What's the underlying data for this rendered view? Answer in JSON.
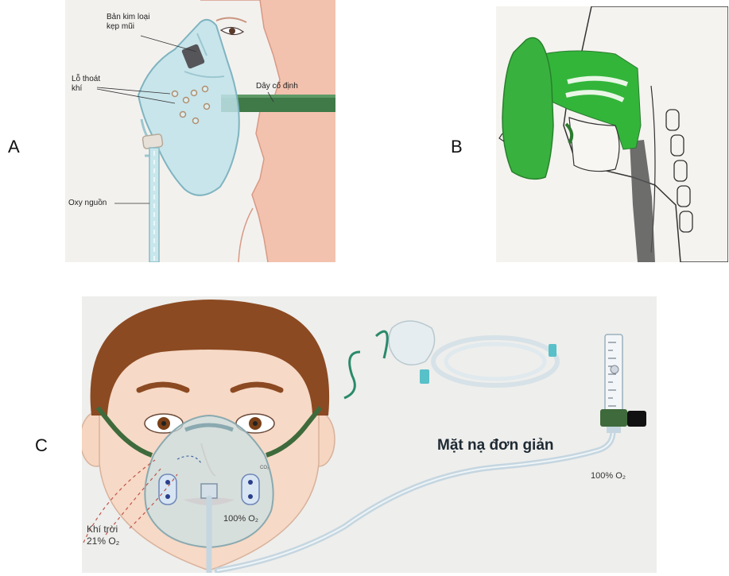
{
  "panel_letters": {
    "a": "A",
    "b": "B",
    "c": "C"
  },
  "panel_a": {
    "nose_clip_label": [
      "Bản kim loại",
      "kẹp mũi"
    ],
    "exhalation_port_label": [
      "Lỗ thoát",
      "khí"
    ],
    "strap_label": "Dây cố định",
    "oxygen_source_label": "Oxy nguồn"
  },
  "panel_c": {
    "title": "Mặt nạ đơn giản",
    "flowmeter_oxygen": "100% O₂",
    "mask_oxygen": "100% O₂",
    "room_air_label": [
      "Khí trời",
      "21% O₂"
    ],
    "co2_label": "CO₂"
  },
  "colors": {
    "mask_green": "#3f7a48",
    "airway_green": "#33b53a",
    "hair_brown": "#8c4a22"
  }
}
